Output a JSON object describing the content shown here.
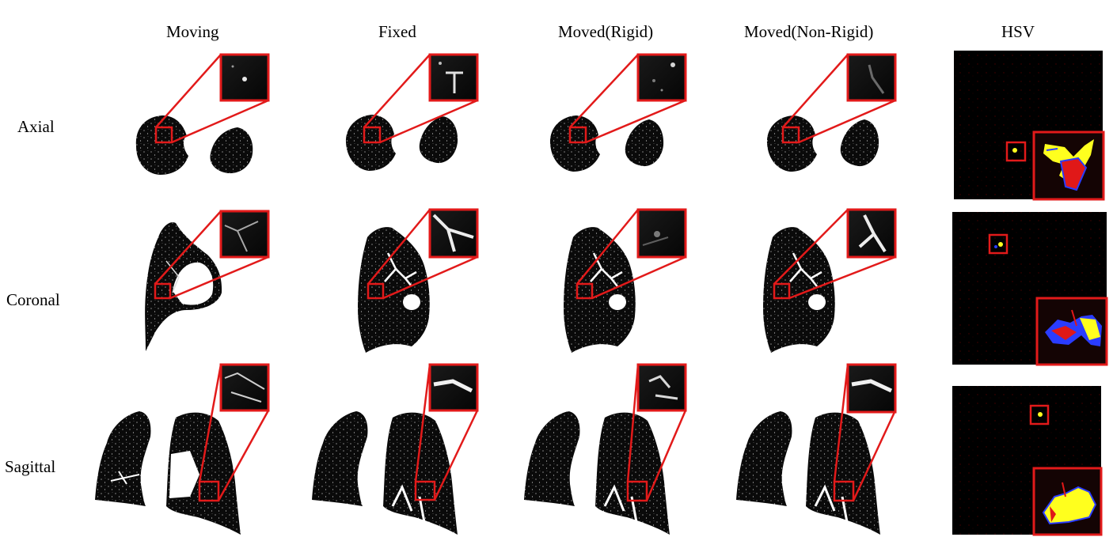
{
  "columns": [
    "Moving",
    "Fixed",
    "Moved(Rigid)",
    "Moved(Non-Rigid)",
    "HSV"
  ],
  "rows": [
    "Axial",
    "Coronal",
    "Sagittal"
  ],
  "colors": {
    "highlight_box": "#e21a1a",
    "lung_tissue": "#0a0a0a",
    "vessel": "#ffffff",
    "hsv_background": "#000000",
    "hsv_yellow": "#ffff1e",
    "hsv_blue": "#2a3cff",
    "hsv_red": "#e01818"
  }
}
